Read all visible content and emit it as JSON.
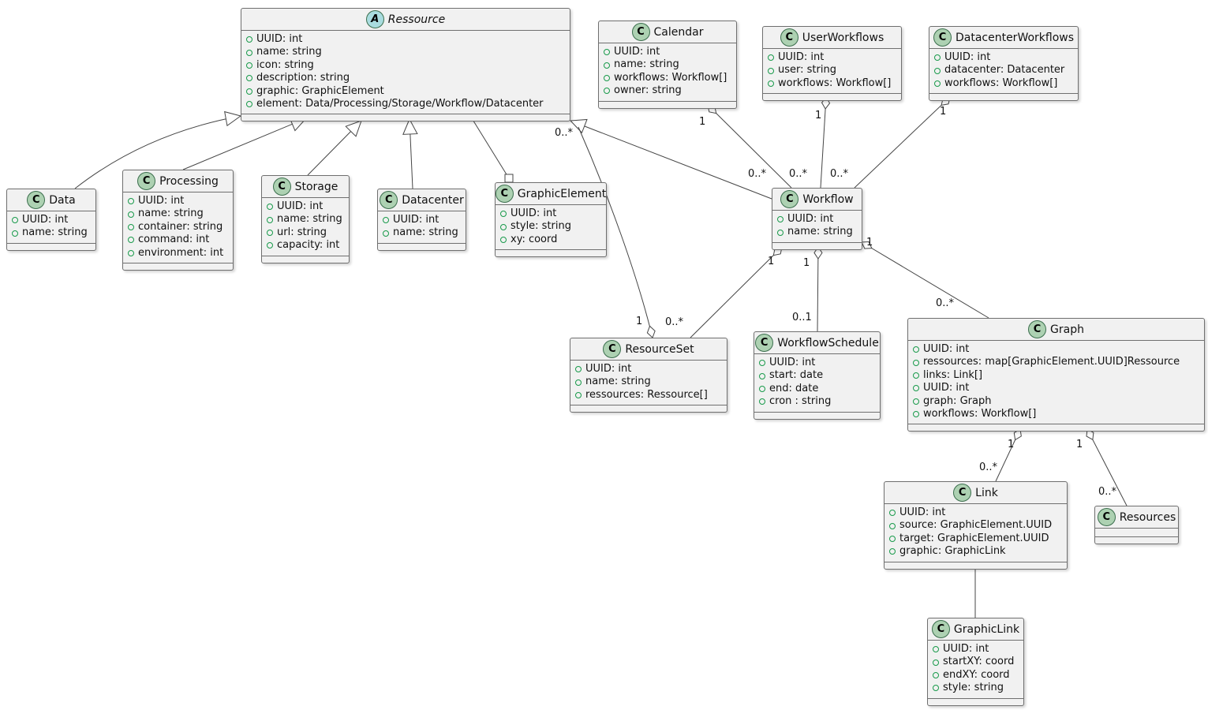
{
  "diagram": {
    "kind": "uml-class-diagram",
    "colors": {
      "class_icon_bg": "#ADD1B2",
      "abstract_icon_bg": "#A9DCDF",
      "box_bg": "#F1F1F1",
      "edge": "#454545",
      "attribute_icon": "#189A4A"
    },
    "classes": [
      {
        "id": "ressource",
        "stereotype": "A",
        "abstract": true,
        "name": "Ressource",
        "attributes": [
          "UUID: int",
          "name: string",
          "icon: string",
          "description: string",
          "graphic: GraphicElement",
          "element: Data/Processing/Storage/Workflow/Datacenter"
        ]
      },
      {
        "id": "calendar",
        "stereotype": "C",
        "abstract": false,
        "name": "Calendar",
        "attributes": [
          "UUID: int",
          "name: string",
          "workflows: Workflow[]",
          "owner: string"
        ]
      },
      {
        "id": "userworkflows",
        "stereotype": "C",
        "abstract": false,
        "name": "UserWorkflows",
        "attributes": [
          "UUID: int",
          "user: string",
          "workflows: Workflow[]"
        ]
      },
      {
        "id": "datacenterworkflows",
        "stereotype": "C",
        "abstract": false,
        "name": "DatacenterWorkflows",
        "attributes": [
          "UUID: int",
          "datacenter: Datacenter",
          "workflows: Workflow[]"
        ]
      },
      {
        "id": "data",
        "stereotype": "C",
        "abstract": false,
        "name": "Data",
        "attributes": [
          "UUID: int",
          "name: string"
        ]
      },
      {
        "id": "processing",
        "stereotype": "C",
        "abstract": false,
        "name": "Processing",
        "attributes": [
          "UUID: int",
          "name: string",
          "container: string",
          "command: int",
          "environment: int"
        ]
      },
      {
        "id": "storage",
        "stereotype": "C",
        "abstract": false,
        "name": "Storage",
        "attributes": [
          "UUID: int",
          "name: string",
          "url: string",
          "capacity: int"
        ]
      },
      {
        "id": "datacenter",
        "stereotype": "C",
        "abstract": false,
        "name": "Datacenter",
        "attributes": [
          "UUID: int",
          "name: string"
        ]
      },
      {
        "id": "graphicelement",
        "stereotype": "C",
        "abstract": false,
        "name": "GraphicElement",
        "attributes": [
          "UUID: int",
          "style: string",
          "xy: coord"
        ]
      },
      {
        "id": "workflow",
        "stereotype": "C",
        "abstract": false,
        "name": "Workflow",
        "attributes": [
          "UUID: int",
          "name: string"
        ]
      },
      {
        "id": "resourceset",
        "stereotype": "C",
        "abstract": false,
        "name": "ResourceSet",
        "attributes": [
          "UUID: int",
          "name: string",
          "ressources: Ressource[]"
        ]
      },
      {
        "id": "workflowschedule",
        "stereotype": "C",
        "abstract": false,
        "name": "WorkflowSchedule",
        "attributes": [
          "UUID: int",
          "start: date",
          "end: date",
          "cron : string"
        ]
      },
      {
        "id": "graph",
        "stereotype": "C",
        "abstract": false,
        "name": "Graph",
        "attributes": [
          "UUID: int",
          "ressources: map[GraphicElement.UUID]Ressource",
          "links: Link[]",
          "UUID: int",
          "graph: Graph",
          "workflows: Workflow[]"
        ]
      },
      {
        "id": "link",
        "stereotype": "C",
        "abstract": false,
        "name": "Link",
        "attributes": [
          "UUID: int",
          "source: GraphicElement.UUID",
          "target: GraphicElement.UUID",
          "graphic: GraphicLink"
        ]
      },
      {
        "id": "resources",
        "stereotype": "C",
        "abstract": false,
        "name": "Resources",
        "attributes": []
      },
      {
        "id": "graphiclink",
        "stereotype": "C",
        "abstract": false,
        "name": "GraphicLink",
        "attributes": [
          "UUID: int",
          "startXY: coord",
          "endXY: coord",
          "style: string"
        ]
      }
    ],
    "relationships": [
      {
        "id": "data-extends-ressource",
        "from": "Data",
        "to": "Ressource",
        "kind": "inheritance"
      },
      {
        "id": "processing-extends-ressource",
        "from": "Processing",
        "to": "Ressource",
        "kind": "inheritance"
      },
      {
        "id": "storage-extends-ressource",
        "from": "Storage",
        "to": "Ressource",
        "kind": "inheritance"
      },
      {
        "id": "datacenter-extends-ressource",
        "from": "Datacenter",
        "to": "Ressource",
        "kind": "inheritance"
      },
      {
        "id": "workflow-extends-ressource",
        "from": "Workflow",
        "to": "Ressource",
        "kind": "inheritance"
      },
      {
        "id": "ressource-graphicelement",
        "from": "Ressource",
        "to": "GraphicElement",
        "kind": "aggregation",
        "diamond_end": "GraphicElement"
      },
      {
        "id": "calendar-workflow",
        "from": "Calendar",
        "to": "Workflow",
        "kind": "aggregation",
        "diamond_end": "Calendar",
        "multiplicity_near_diamond": "1",
        "multiplicity_far": "0..*"
      },
      {
        "id": "userworkflows-workflow",
        "from": "UserWorkflows",
        "to": "Workflow",
        "kind": "aggregation",
        "diamond_end": "UserWorkflows",
        "multiplicity_near_diamond": "1",
        "multiplicity_far": "0..*"
      },
      {
        "id": "datacenterworkflows-workflow",
        "from": "DatacenterWorkflows",
        "to": "Workflow",
        "kind": "aggregation",
        "diamond_end": "DatacenterWorkflows",
        "multiplicity_near_diamond": "1",
        "multiplicity_far": "0..*"
      },
      {
        "id": "resourceset-ressource",
        "from": "ResourceSet",
        "to": "Ressource",
        "kind": "aggregation",
        "diamond_end": "ResourceSet",
        "multiplicity_near_diamond": "1",
        "multiplicity_far": "0..*"
      },
      {
        "id": "workflow-resourceset",
        "from": "Workflow",
        "to": "ResourceSet",
        "kind": "aggregation",
        "diamond_end": "Workflow",
        "multiplicity_near_diamond": "1",
        "multiplicity_far": "0..*"
      },
      {
        "id": "workflow-workflowschedule",
        "from": "Workflow",
        "to": "WorkflowSchedule",
        "kind": "aggregation",
        "diamond_end": "Workflow",
        "multiplicity_near_diamond": "1",
        "multiplicity_far": "0..1"
      },
      {
        "id": "workflow-graph",
        "from": "Workflow",
        "to": "Graph",
        "kind": "aggregation",
        "diamond_end": "Workflow",
        "multiplicity_near_diamond": "1",
        "multiplicity_far": "0..*"
      },
      {
        "id": "graph-link",
        "from": "Graph",
        "to": "Link",
        "kind": "aggregation",
        "diamond_end": "Graph",
        "multiplicity_near_diamond": "1",
        "multiplicity_far": "0..*"
      },
      {
        "id": "graph-resources",
        "from": "Graph",
        "to": "Resources",
        "kind": "aggregation",
        "diamond_end": "Graph",
        "multiplicity_near_diamond": "1",
        "multiplicity_far": "0..*"
      },
      {
        "id": "link-graphiclink",
        "from": "Link",
        "to": "GraphicLink",
        "kind": "association"
      }
    ]
  }
}
